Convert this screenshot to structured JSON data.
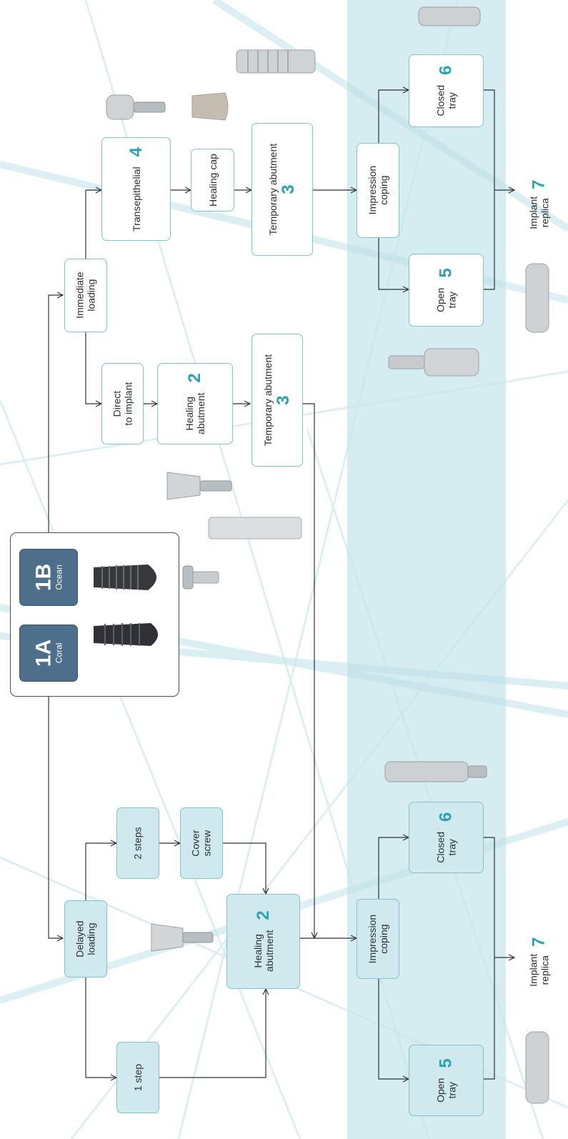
{
  "colors": {
    "accent_number": "#2aa3b5",
    "node_border": "#7ec6cf",
    "node_fill_teal": "#cfe9ee",
    "band": "#d5ecf0",
    "badge": "#4e6f8c",
    "wire": "#2e3236"
  },
  "implants": [
    {
      "code": "1A",
      "name": "Coral"
    },
    {
      "code": "1B",
      "name": "Ocean"
    }
  ],
  "delayed": {
    "loading": "Delayed\nloading",
    "one_step": "1 step",
    "two_steps": "2 steps",
    "cover_screw": "Cover\nscrew",
    "healing_abutment": {
      "label": "Healing\nabutment",
      "num": "2"
    },
    "impression_coping": "Impression\ncoping",
    "open_tray": {
      "label": "Open\ntray",
      "num": "5"
    },
    "closed_tray": {
      "label": "Closed\ntray",
      "num": "6"
    },
    "implant_replica": {
      "label": "Implant\nreplica",
      "num": "7"
    }
  },
  "immediate": {
    "loading": "Immediate\nloading",
    "direct_to_implant": "Direct\nto implant",
    "healing_abutment": {
      "label": "Healing\nabutment",
      "num": "2"
    },
    "temporary_abutment_a": {
      "label": "Temporary abutment",
      "num": "3"
    },
    "transepithelial": {
      "label": "Transepithelial",
      "num": "4"
    },
    "healing_cap": "Healing cap",
    "temporary_abutment_b": {
      "label": "Temporary abutment",
      "num": "3"
    },
    "impression_coping": "Impression\ncoping",
    "open_tray": {
      "label": "Open\ntray",
      "num": "5"
    },
    "closed_tray": {
      "label": "Closed\ntray",
      "num": "6"
    },
    "implant_replica": {
      "label": "Implant\nreplica",
      "num": "7"
    }
  }
}
